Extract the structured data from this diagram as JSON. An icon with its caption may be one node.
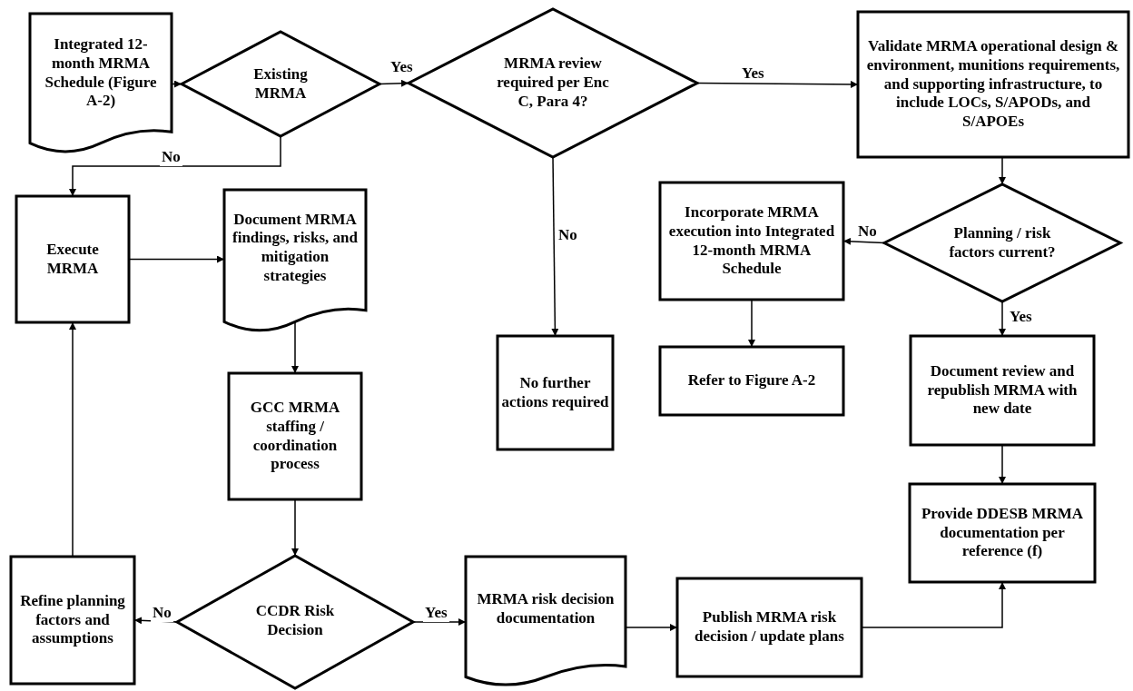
{
  "diagram": {
    "nodes": [
      {
        "text": [
          "Integrated 12-month MRMA Schedule (Figure A-2)"
        ]
      },
      {
        "text": [
          "Existing MRMA"
        ]
      },
      {
        "text": [
          "MRMA review required per Enc C, Para 4?"
        ]
      },
      {
        "text": [
          "Validate MRMA operational design & environment, munitions requirements, and supporting infrastructure, to include LOCs, S/APODs, and S/APOEs"
        ]
      },
      {
        "text": [
          "Execute MRMA"
        ]
      },
      {
        "text": [
          "Document MRMA findings, risks, and mitigation strategies"
        ]
      },
      {
        "text": [
          "Incorporate MRMA execution into Integrated 12-month MRMA Schedule"
        ]
      },
      {
        "text": [
          "Planning / risk factors current?"
        ]
      },
      {
        "text": [
          "No further actions required"
        ]
      },
      {
        "text": [
          "Refer to Figure A-2"
        ]
      },
      {
        "text": [
          "Document review and republish MRMA with new date"
        ]
      },
      {
        "text": [
          "GCC MRMA staffing / coordination process"
        ]
      },
      {
        "text": [
          "Provide DDESB MRMA documentation per reference (f)"
        ]
      },
      {
        "text": [
          "Refine planning factors and assumptions"
        ]
      },
      {
        "text": [
          "CCDR Risk Decision"
        ]
      },
      {
        "text": [
          "MRMA risk decision documentation"
        ]
      },
      {
        "text": [
          "Publish MRMA risk decision / update plans"
        ]
      }
    ],
    "edges": [
      {
        "from": 0,
        "to": 1,
        "arrow": "to"
      },
      {
        "from": 1,
        "to": 2,
        "arrow": "to",
        "label": "Yes"
      },
      {
        "from": 1,
        "to": 4,
        "arrow": "to",
        "label": "No"
      },
      {
        "from": 2,
        "to": 3,
        "arrow": "to",
        "label": "Yes"
      },
      {
        "from": 2,
        "to": 8,
        "arrow": "to",
        "label": "No"
      },
      {
        "from": 3,
        "to": 7,
        "arrow": "to"
      },
      {
        "from": 7,
        "to": 6,
        "arrow": "to",
        "label": "No"
      },
      {
        "from": 7,
        "to": 10,
        "arrow": "to",
        "label": "Yes"
      },
      {
        "from": 6,
        "to": 9,
        "arrow": "to"
      },
      {
        "from": 4,
        "to": 5,
        "arrow": "to"
      },
      {
        "from": 5,
        "to": 11,
        "arrow": "to"
      },
      {
        "from": 11,
        "to": 14,
        "arrow": "to"
      },
      {
        "from": 14,
        "to": 13,
        "arrow": "to",
        "label": "No"
      },
      {
        "from": 14,
        "to": 15,
        "arrow": "to",
        "label": "Yes"
      },
      {
        "from": 15,
        "to": 16,
        "arrow": "to"
      },
      {
        "from": 16,
        "to": 12,
        "arrow": "to"
      },
      {
        "from": 10,
        "to": 12,
        "arrow": "to"
      },
      {
        "from": 13,
        "to": 4,
        "arrow": "to"
      }
    ]
  }
}
